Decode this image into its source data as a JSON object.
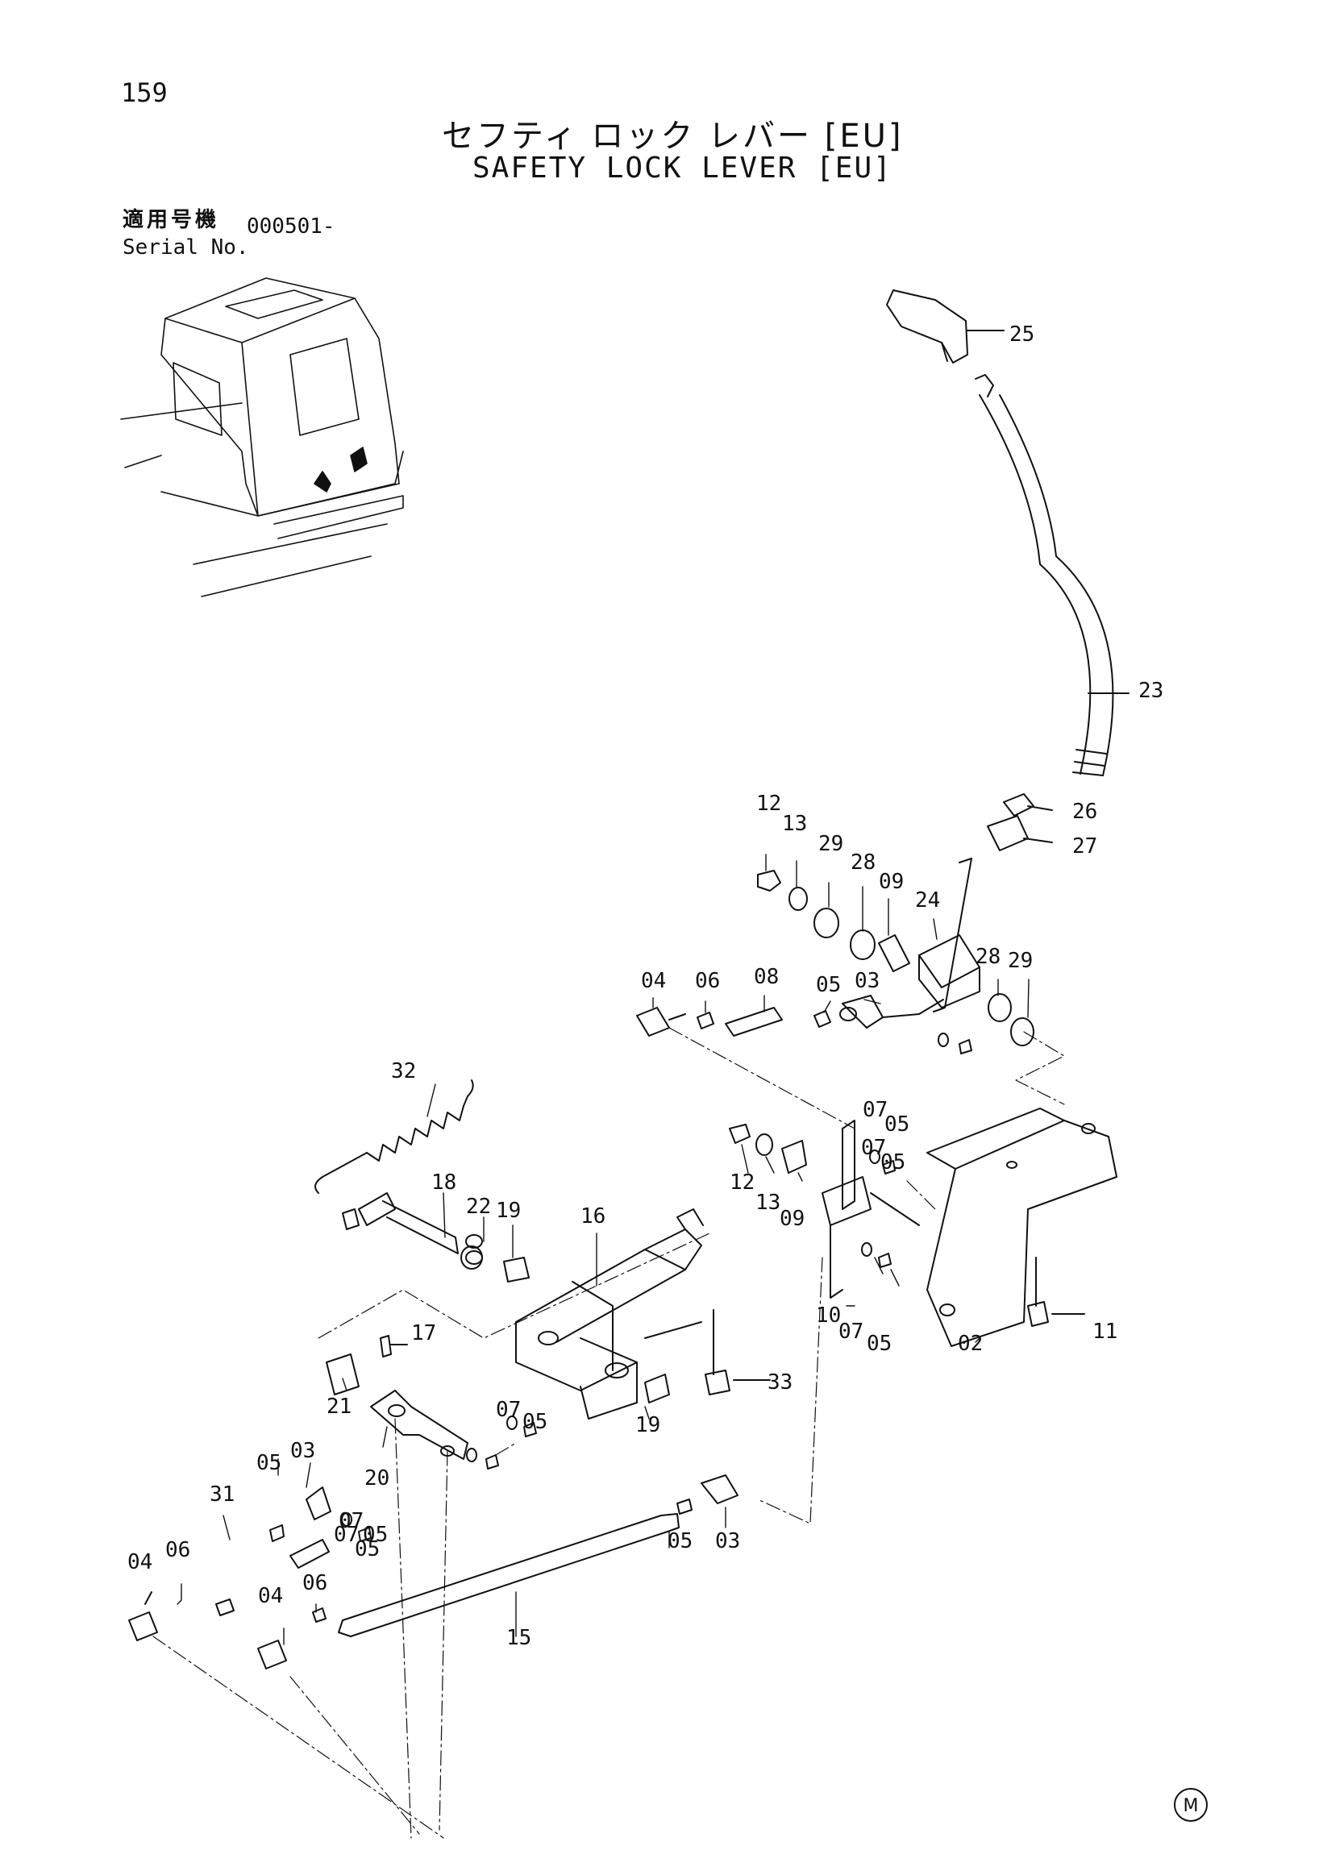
{
  "page_number": "159",
  "title_ja": "セフティ ロック レバー [EU]",
  "title_en": "SAFETY LOCK LEVER [EU]",
  "serial": {
    "label_ja": "適用号機",
    "label_en": "Serial No.",
    "value": "000501-"
  },
  "corner_mark": "M",
  "part_labels": [
    "25",
    "23",
    "26",
    "27",
    "12",
    "13",
    "29",
    "28",
    "09",
    "24",
    "28",
    "29",
    "04",
    "06",
    "08",
    "05",
    "03",
    "07",
    "05",
    "07",
    "05",
    "32",
    "18",
    "22",
    "19",
    "16",
    "12",
    "13",
    "09",
    "11",
    "10",
    "07",
    "05",
    "02",
    "17",
    "33",
    "07",
    "05",
    "21",
    "20",
    "19",
    "05",
    "03",
    "31",
    "07",
    "05",
    "04",
    "06",
    "07",
    "05",
    "05",
    "03",
    "04",
    "06",
    "15"
  ]
}
